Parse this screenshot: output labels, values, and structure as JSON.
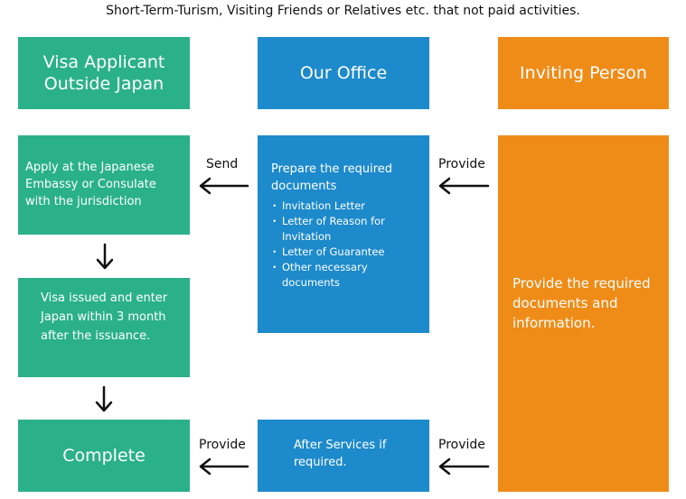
{
  "title": "Short-Term-Turism, Visiting Friends or Relatives etc. that not paid activities.",
  "headers": {
    "applicant": "Visa Applicant Outside Japan",
    "office": "Our Office",
    "inviting": "Inviting Person"
  },
  "steps": {
    "apply": "Apply at the Japanese Embassy or Consulate with the jurisdiction",
    "visa_issued": "Visa issued and enter Japan within 3 month after the issuance.",
    "complete": "Complete",
    "prepare_title": "Prepare the required documents",
    "documents": [
      "Invitation Letter",
      "Letter of Reason for Invitation",
      "Letter of Guarantee",
      "Other necessary documents"
    ],
    "after_services": "After Services if required.",
    "provide_docs": "Provide the required documents and information."
  },
  "arrow_labels": {
    "send": "Send",
    "provide_top": "Provide",
    "provide_bottom_left": "Provide",
    "provide_bottom_right": "Provide"
  },
  "colors": {
    "green": "#2bb189",
    "blue": "#1d8acb",
    "orange": "#ef8c18"
  }
}
